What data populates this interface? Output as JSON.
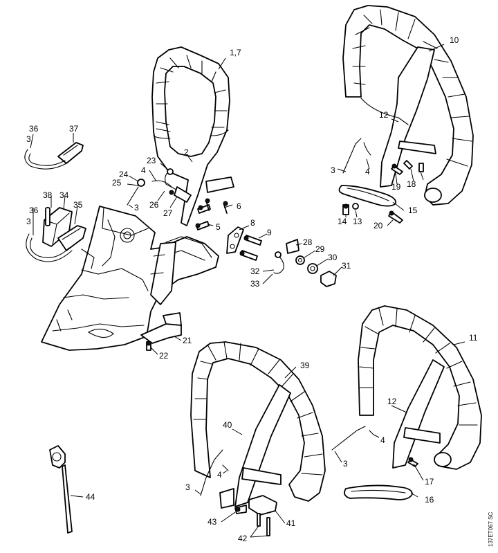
{
  "diagram": {
    "labels": [
      {
        "id": "1-7",
        "text": "1,7"
      },
      {
        "id": "2",
        "text": "2"
      },
      {
        "id": "3a",
        "text": "3"
      },
      {
        "id": "3b",
        "text": "3"
      },
      {
        "id": "3c",
        "text": "3"
      },
      {
        "id": "3d",
        "text": "3"
      },
      {
        "id": "3e",
        "text": "3"
      },
      {
        "id": "3f",
        "text": "3"
      },
      {
        "id": "4a",
        "text": "4"
      },
      {
        "id": "4b",
        "text": "4"
      },
      {
        "id": "4c",
        "text": "4"
      },
      {
        "id": "4d",
        "text": "4"
      },
      {
        "id": "5",
        "text": "5"
      },
      {
        "id": "6",
        "text": "6"
      },
      {
        "id": "8",
        "text": "8"
      },
      {
        "id": "9",
        "text": "9"
      },
      {
        "id": "10",
        "text": "10"
      },
      {
        "id": "11",
        "text": "11"
      },
      {
        "id": "12a",
        "text": "12"
      },
      {
        "id": "12b",
        "text": "12"
      },
      {
        "id": "13",
        "text": "13"
      },
      {
        "id": "14",
        "text": "14"
      },
      {
        "id": "15",
        "text": "15"
      },
      {
        "id": "16",
        "text": "16"
      },
      {
        "id": "17",
        "text": "17"
      },
      {
        "id": "18",
        "text": "18"
      },
      {
        "id": "19",
        "text": "19"
      },
      {
        "id": "20",
        "text": "20"
      },
      {
        "id": "21",
        "text": "21"
      },
      {
        "id": "22",
        "text": "22"
      },
      {
        "id": "23",
        "text": "23"
      },
      {
        "id": "24",
        "text": "24"
      },
      {
        "id": "25",
        "text": "25"
      },
      {
        "id": "26",
        "text": "26"
      },
      {
        "id": "27",
        "text": "27"
      },
      {
        "id": "28",
        "text": "28"
      },
      {
        "id": "29",
        "text": "29"
      },
      {
        "id": "30",
        "text": "30"
      },
      {
        "id": "31",
        "text": "31"
      },
      {
        "id": "32",
        "text": "32"
      },
      {
        "id": "33",
        "text": "33"
      },
      {
        "id": "34",
        "text": "34"
      },
      {
        "id": "35",
        "text": "35"
      },
      {
        "id": "36a",
        "text": "36"
      },
      {
        "id": "36b",
        "text": "36"
      },
      {
        "id": "37",
        "text": "37"
      },
      {
        "id": "38",
        "text": "38"
      },
      {
        "id": "39",
        "text": "39"
      },
      {
        "id": "40",
        "text": "40"
      },
      {
        "id": "41",
        "text": "41"
      },
      {
        "id": "42",
        "text": "42"
      },
      {
        "id": "43",
        "text": "43"
      },
      {
        "id": "44",
        "text": "44"
      }
    ],
    "drawing_code": "137ET067 SC"
  }
}
